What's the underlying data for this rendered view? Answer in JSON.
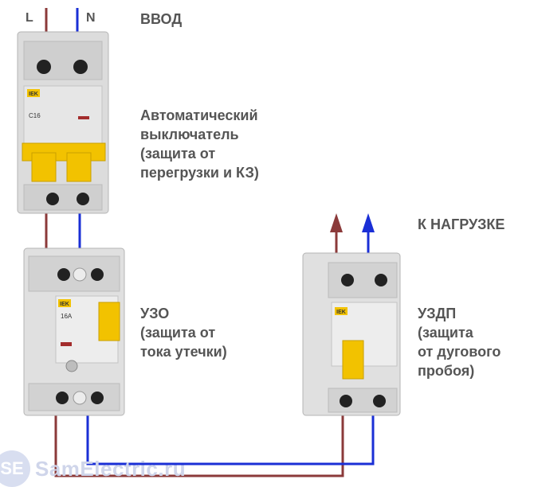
{
  "wires": {
    "line": "L",
    "neutral": "N"
  },
  "labels": {
    "input": "ВВОД",
    "breaker": "Автоматический\nвыключатель\n(защита от\nперегрузки и КЗ)",
    "load": "К НАГРУЗКЕ",
    "rcd": "УЗО\n(защита от\nтока утечки)",
    "afdd": "УЗДП\n(защита\nот дугового\nпробоя)"
  },
  "devices": {
    "breaker": {
      "brand": "IEK",
      "rating": "C16"
    },
    "rcd": {
      "brand": "IEK",
      "rating": "16A"
    },
    "afdd": {
      "brand": "IEK"
    }
  },
  "watermark": {
    "logo": "SE",
    "text": "SamElectric.ru"
  },
  "colors": {
    "line_wire": "#8b3a3a",
    "neutral_wire": "#1a2fd6",
    "toggle": "#f2c200"
  }
}
